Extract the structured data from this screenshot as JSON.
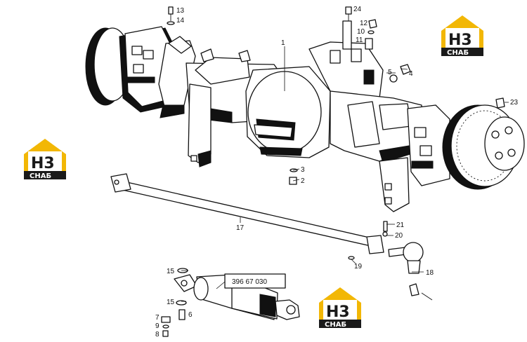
{
  "diagram": {
    "callouts": {
      "c1": "1",
      "c2": "2",
      "c3": "3",
      "c4": "4",
      "c5": "5",
      "c6": "6",
      "c7": "7",
      "c8": "8",
      "c9": "9",
      "c10": "10",
      "c11": "11",
      "c12": "12",
      "c13": "13",
      "c14": "14",
      "c15a": "15",
      "c15b": "15",
      "c17": "17",
      "c18": "18",
      "c19": "19",
      "c20": "20",
      "c21": "21",
      "c23": "23",
      "c24": "24"
    },
    "cylinder_part_number": "396 67 030"
  },
  "watermarks": [
    {
      "mark": "Н3",
      "name": "СНАБ"
    },
    {
      "mark": "Н3",
      "name": "СНАБ"
    },
    {
      "mark": "Н3",
      "name": "СНАБ"
    }
  ],
  "colors": {
    "ink": "#111111",
    "logo_accent": "#f2b705",
    "logo_dark": "#1a1a1a"
  }
}
